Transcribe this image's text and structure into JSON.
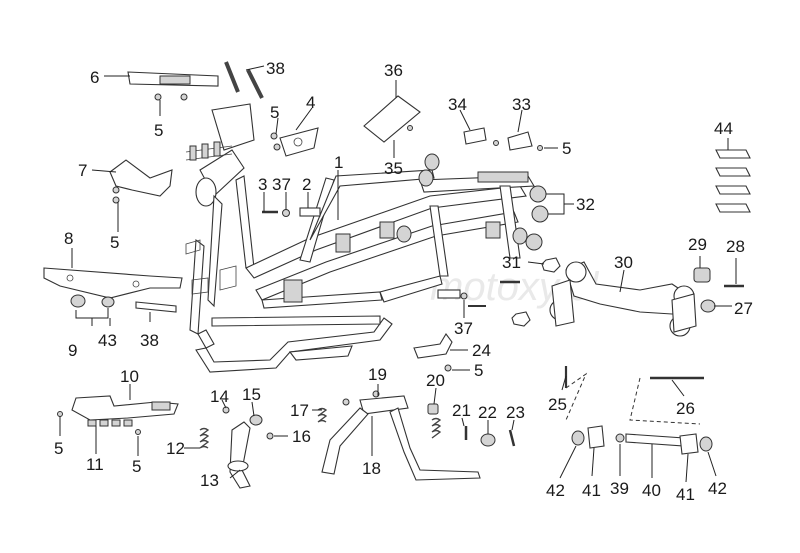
{
  "watermark": "motoxy.pl",
  "callouts": [
    {
      "id": "c38a",
      "label": "38"
    },
    {
      "id": "c6",
      "label": "6"
    },
    {
      "id": "c5a",
      "label": "5"
    },
    {
      "id": "c5b",
      "label": "5"
    },
    {
      "id": "c4",
      "label": "4"
    },
    {
      "id": "c36",
      "label": "36"
    },
    {
      "id": "c35",
      "label": "35"
    },
    {
      "id": "c34",
      "label": "34"
    },
    {
      "id": "c33",
      "label": "33"
    },
    {
      "id": "c5c",
      "label": "5"
    },
    {
      "id": "c44",
      "label": "44"
    },
    {
      "id": "c7",
      "label": "7"
    },
    {
      "id": "c5d",
      "label": "5"
    },
    {
      "id": "c1",
      "label": "1"
    },
    {
      "id": "c3",
      "label": "3"
    },
    {
      "id": "c37a",
      "label": "37"
    },
    {
      "id": "c2",
      "label": "2"
    },
    {
      "id": "c32",
      "label": "32"
    },
    {
      "id": "c8",
      "label": "8"
    },
    {
      "id": "c9",
      "label": "9"
    },
    {
      "id": "c43",
      "label": "43"
    },
    {
      "id": "c38b",
      "label": "38"
    },
    {
      "id": "c31",
      "label": "31"
    },
    {
      "id": "c30",
      "label": "30"
    },
    {
      "id": "c29",
      "label": "29"
    },
    {
      "id": "c28",
      "label": "28"
    },
    {
      "id": "c27",
      "label": "27"
    },
    {
      "id": "c37b",
      "label": "37"
    },
    {
      "id": "c24",
      "label": "24"
    },
    {
      "id": "c20",
      "label": "20"
    },
    {
      "id": "c5e",
      "label": "5"
    },
    {
      "id": "c19",
      "label": "19"
    },
    {
      "id": "c10",
      "label": "10"
    },
    {
      "id": "c14",
      "label": "14"
    },
    {
      "id": "c15",
      "label": "15"
    },
    {
      "id": "c17",
      "label": "17"
    },
    {
      "id": "c16",
      "label": "16"
    },
    {
      "id": "c21",
      "label": "21"
    },
    {
      "id": "c22",
      "label": "22"
    },
    {
      "id": "c23",
      "label": "23"
    },
    {
      "id": "c25",
      "label": "25"
    },
    {
      "id": "c26",
      "label": "26"
    },
    {
      "id": "c5f",
      "label": "5"
    },
    {
      "id": "c11",
      "label": "11"
    },
    {
      "id": "c5g",
      "label": "5"
    },
    {
      "id": "c12",
      "label": "12"
    },
    {
      "id": "c13",
      "label": "13"
    },
    {
      "id": "c18",
      "label": "18"
    },
    {
      "id": "c42a",
      "label": "42"
    },
    {
      "id": "c41a",
      "label": "41"
    },
    {
      "id": "c39",
      "label": "39"
    },
    {
      "id": "c40",
      "label": "40"
    },
    {
      "id": "c41b",
      "label": "41"
    },
    {
      "id": "c42b",
      "label": "42"
    }
  ]
}
